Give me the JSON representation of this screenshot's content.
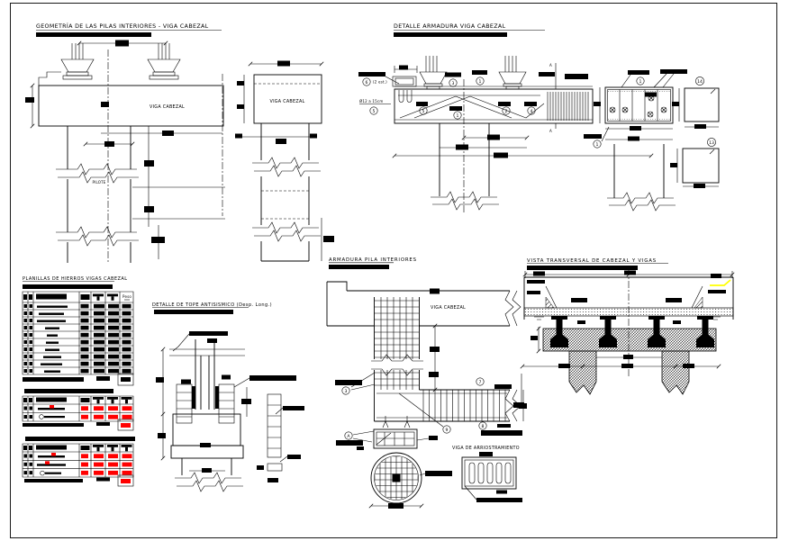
{
  "sheet": {
    "background": "#ffffff",
    "ink": "#000000",
    "highlight_red": "#ff0000",
    "highlight_yellow": "#ffff00"
  },
  "sections": {
    "geometria": {
      "title": "GEOMETRÍA DE LAS PILAS INTERIORES - VIGA CABEZAL",
      "viga_cabezal": "VIGA CABEZAL",
      "pilote": "PILOTE",
      "viga_cabezal_side": "VIGA CABEZAL"
    },
    "detalle": {
      "title": "DETALLE ARMADURA VIGA CABEZAL",
      "note_est": "(2 est.)",
      "note_rebar": "Ø12 a 15cm",
      "mark_a": "A",
      "balloons": {
        "est": "6",
        "rebar": "5",
        "top_left": "3",
        "top_mid": "1",
        "beam_1": "5",
        "beam_2": "1",
        "beam_3": "2",
        "beam_4": "4",
        "plan_top": "1",
        "plan_bottom": "1",
        "square_top": "14",
        "square_bottom": "13"
      }
    },
    "planillas": {
      "title": "PLANILLAS DE HIERROS VIGAS CABEZAL",
      "peso_header": "Peso"
    },
    "tope": {
      "title": "DETALLE DE TOPE ANTISISMICO (Desp. Long.)"
    },
    "pila": {
      "title": "ARMADURA PILA INTERIORES",
      "viga_cabezal": "VIGA CABEZAL",
      "viga_arriostramiento": "VIGA DE ARRIOSTRAMIENTO",
      "balloons": {
        "col": "3",
        "sec": "A",
        "b7": "7",
        "b8": "8",
        "b9": "9"
      }
    },
    "transversal": {
      "title": "VISTA TRANSVERSAL DE CABEZAL Y VIGAS"
    }
  }
}
